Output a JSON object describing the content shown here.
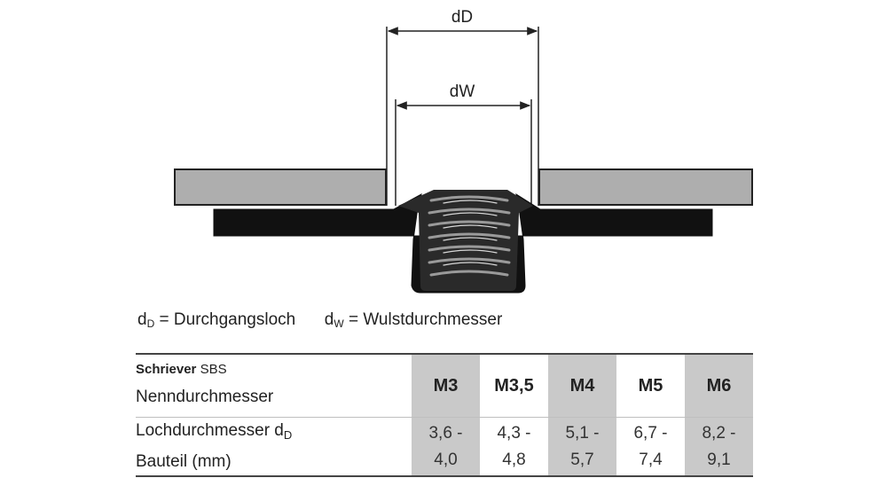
{
  "diagram": {
    "dim_outer": "dD",
    "dim_inner": "dW"
  },
  "legend": {
    "dd_symbol": "d",
    "dd_sub": "D",
    "dd_text": "= Durchgangsloch",
    "dw_symbol": "d",
    "dw_sub": "W",
    "dw_text": "= Wulstdurchmesser"
  },
  "table": {
    "brand_bold": "Schriever",
    "brand_regular": "SBS",
    "header_label": "Nenndurchmesser",
    "row_label_line1": "Lochdurchmesser d",
    "row_label_sub": "D",
    "row_label_line2": "Bauteil (mm)",
    "columns": [
      {
        "size": "M3",
        "range_top": "3,6 -",
        "range_bottom": "4,0"
      },
      {
        "size": "M3,5",
        "range_top": "4,3 -",
        "range_bottom": "4,8"
      },
      {
        "size": "M4",
        "range_top": "5,1 -",
        "range_bottom": "5,7"
      },
      {
        "size": "M5",
        "range_top": "6,7 -",
        "range_bottom": "7,4"
      },
      {
        "size": "M6",
        "range_top": "8,2 -",
        "range_bottom": "9,1"
      }
    ],
    "colors": {
      "shade": "#c9c9c9",
      "plain": "#ffffff"
    }
  }
}
